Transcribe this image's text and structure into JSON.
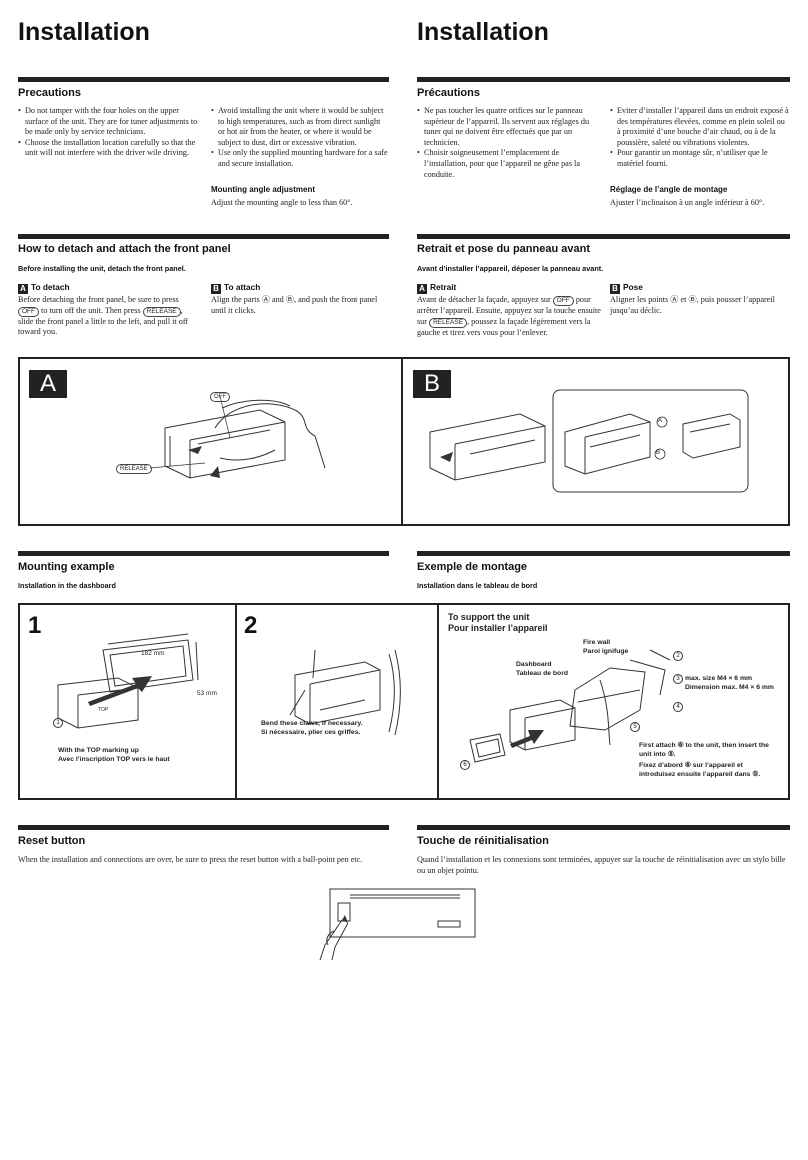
{
  "en": {
    "title": "Installation",
    "precautions": {
      "heading": "Precautions",
      "col1": [
        "Do not tamper with the four holes on the upper surface of the unit. They are for tuner adjustments to be made only by service technicians.",
        "Choose the installation location carefully so that the unit will not interfere with the driver wile driving."
      ],
      "col2": [
        "Avoid installing the unit where it would be subject to high temperatures, such as from direct sunlight or hot air from the heater, or where it would be subject to dust, dirt or excessive vibration.",
        "Use only the supplied mounting hardware for a safe and secure installation."
      ],
      "angle_heading": "Mounting angle adjustment",
      "angle_text": "Adjust the mounting angle to less than 60°."
    },
    "detach": {
      "heading": "How to detach and attach the front panel",
      "sub": "Before installing the unit, detach the front panel.",
      "a_label": "To detach",
      "a_text_1": "Before detaching the front panel, be sure to press",
      "a_key1": "OFF",
      "a_text_2": "to turn off the unit. Then press",
      "a_key2": "RELEASE",
      "a_text_3": ", slide the front panel a little to the left, and pull it off toward you.",
      "b_label": "To attach",
      "b_text": "Align the parts Ⓐ and Ⓑ, and push the front panel until it clicks."
    },
    "mounting": {
      "heading": "Mounting example",
      "sub": "Installation in the dashboard"
    },
    "reset": {
      "heading": "Reset button",
      "text": "When the installation and connections are over, be sure to press the reset button with a ball-point pen etc."
    }
  },
  "fr": {
    "title": "Installation",
    "precautions": {
      "heading": "Précautions",
      "col1": [
        "Ne pas toucher les quatre orifices sur le panneau supérieur de l’appareil. Ils servent aux réglages du tuner qui ne doivent être effectués que par un technicien.",
        "Choisir soigneusement l’emplacement de l’installation, pour que l’appareil ne gêne pas la conduite."
      ],
      "col2": [
        "Eviter d’installer l’appareil dans un endroit exposé à des températures élevées, comme en plein soleil ou à proximité d’une bouche d’air chaud, ou à de la poussière, saleté ou vibrations violentes.",
        "Pour garantir un montage sûr, n’utiliser que le matériel fourni."
      ],
      "angle_heading": "Réglage de l’angle de montage",
      "angle_text": "Ajuster l’inclinaison à un angle inférieur à 60°."
    },
    "detach": {
      "heading": "Retrait et pose du panneau avant",
      "sub": "Avant d’installer l’appareil, déposer la panneau avant.",
      "a_label": "Retrait",
      "a_text_1": "Avant de détacher la façade, appuyez sur",
      "a_key1": "OFF",
      "a_text_2": "pour arrêter l’appareil. Ensuite, appuyez sur la touche ensuite sur",
      "a_key2": "RELEASE",
      "a_text_3": ", poussez la façade légèrement vers la gauche et tirez vers vous pour l’enlever.",
      "b_label": "Pose",
      "b_text": "Aligner les points Ⓐ et Ⓑ, puis pousser l’appareil jusqu’au déclic."
    },
    "mounting": {
      "heading": "Exemple de montage",
      "sub": "Installation dans le tableau de bord"
    },
    "reset": {
      "heading": "Touche de réinitialisation",
      "text": "Quand l’installation et les connexions sont terminées, appuyer sur la touche de réinitialisation avec un stylo bille ou un objet pointu."
    }
  },
  "figA": {
    "letter": "A",
    "off_label": "OFF",
    "release_label": "RELEASE"
  },
  "figB": {
    "letter": "B",
    "mark_a": "A",
    "mark_b": "B"
  },
  "fig_mount": {
    "step1": "1",
    "step2": "2",
    "dim_w": "182 mm",
    "dim_h": "53 mm",
    "callout_1": "1",
    "step1_caption_1": "With the TOP marking up",
    "step1_caption_2": "Avec l’inscription TOP vers le haut",
    "top_mark": "TOP",
    "step2_caption_1": "Bend these claws, if necessary.",
    "step2_caption_2": "Si nécessaire, plier ces griffes.",
    "support_title_1": "To support the unit",
    "support_title_2": "Pour installer l’appareil",
    "firewall_1": "Fire wall",
    "firewall_2": "Paroi ignifuge",
    "dashboard_1": "Dashboard",
    "dashboard_2": "Tableau de bord",
    "callout_2": "2",
    "callout_3": "3",
    "callout_4": "4",
    "callout_5": "5",
    "callout_6": "6",
    "size_1": "max. size M4 × 6 mm",
    "size_2": "Dimension max. M4 × 6 mm",
    "first_attach_en": "First attach ⑥ to the unit, then insert the unit into ⑤.",
    "first_attach_fr": "Fixez d’abord ⑥ sur l’appareil et introduisez ensuite l’appareil dans ⑤."
  }
}
